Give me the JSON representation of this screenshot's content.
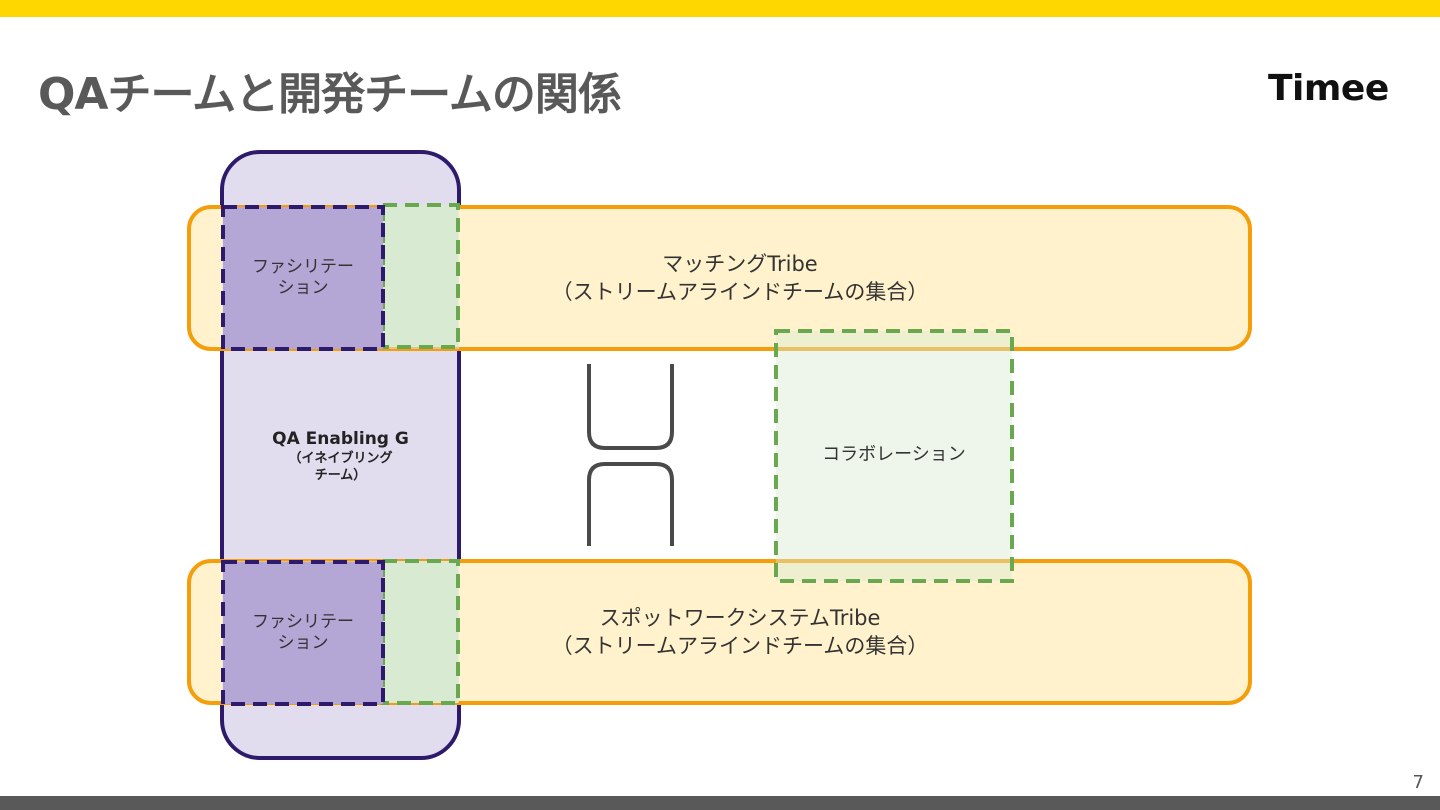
{
  "header": {
    "title": "QAチームと開発チームの関係",
    "logo": "Timee",
    "page_number": "7"
  },
  "colors": {
    "top_bar": "#FFD700",
    "bottom_bar": "#595959",
    "tribe_fill": "#FFF2CC",
    "tribe_border": "#F59E0B",
    "enabling_fill": "#E2DCEF",
    "enabling_border": "#2E1A6B",
    "facilitation_fill": "#B4A7D6",
    "collab_fill": "#D9EAD3",
    "collab_border": "#6AA84F"
  },
  "diagram": {
    "tribe_top": {
      "line1": "マッチングTribe",
      "line2": "（ストリームアラインドチームの集合）"
    },
    "tribe_bottom": {
      "line1": "スポットワークシステムTribe",
      "line2": "（ストリームアラインドチームの集合）"
    },
    "enabling": {
      "line1": "QA Enabling G",
      "line2": "（イネイブリング",
      "line3": "チーム）"
    },
    "facilitation_top": {
      "line1": "ファシリテー",
      "line2": "ション"
    },
    "facilitation_bottom": {
      "line1": "ファシリテー",
      "line2": "ション"
    },
    "collaboration": {
      "label": "コラボレーション"
    }
  }
}
